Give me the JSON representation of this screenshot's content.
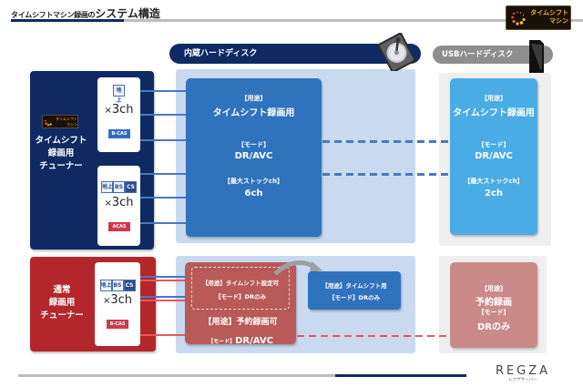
{
  "header": {
    "title_prefix": "タイムシフトマシン録画の",
    "title_main": "システム構造",
    "logo_text_line1": "タイムシフト",
    "logo_text_line2": "マシン"
  },
  "storage": {
    "internal_label": "内蔵ハードディスク",
    "usb_label": "USBハードディスク"
  },
  "timeshift_tuner": {
    "logo_line1": "タイムシフト",
    "logo_line2": "マシン",
    "label_line1": "タイムシフト",
    "label_line2": "録画用",
    "label_line3": "チューナー",
    "group1": {
      "icons": [
        "地上"
      ],
      "count_prefix": "×",
      "count": "3ch",
      "cas": "B-CAS"
    },
    "group2": {
      "icons": [
        "地上",
        "BS",
        "CS"
      ],
      "count_prefix": "×",
      "count": "3ch",
      "cas": "ACAS"
    }
  },
  "normal_tuner": {
    "label_line1": "通常",
    "label_line2": "録画用",
    "label_line3": "チューナー",
    "icons": [
      "地上",
      "BS",
      "CS"
    ],
    "count_prefix": "×",
    "count": "3ch",
    "cas": "B-CAS"
  },
  "internal_timeshift": {
    "use_label": "【用途】",
    "use_value": "タイムシフト録画用",
    "mode_label": "【モード】",
    "mode_value": "DR/AVC",
    "stock_label": "【最大ストックch】",
    "stock_value": "6ch"
  },
  "usb_timeshift": {
    "use_label": "【用途】",
    "use_value": "タイムシフト録画用",
    "mode_label": "【モード】",
    "mode_value": "DR/AVC",
    "stock_label": "【最大ストックch】",
    "stock_value": "2ch"
  },
  "internal_normal": {
    "inner_use": "【用途】タイムシフト設定可",
    "inner_mode": "【モード】DRのみ",
    "use": "【用途】予約録画可",
    "mode_label": "【モード】",
    "mode_value": "DR/AVC"
  },
  "internal_shift_target": {
    "use": "【用途】タイムシフト用",
    "mode": "【モード】DRのみ"
  },
  "usb_normal": {
    "use_label": "【用途】",
    "use_value": "予約録画",
    "mode_label": "【モード】",
    "mode_value": "DRのみ"
  },
  "footer": {
    "brand": "REGZA",
    "brand_sub": "レグザサーバー"
  },
  "colors": {
    "navy": "#0f2a63",
    "red": "#b3262a",
    "blue": "#2f73bd",
    "sky": "#4aace4",
    "pink": "#c98a88",
    "panel_blue": "#c9daf0",
    "panel_gray": "#efefef"
  }
}
